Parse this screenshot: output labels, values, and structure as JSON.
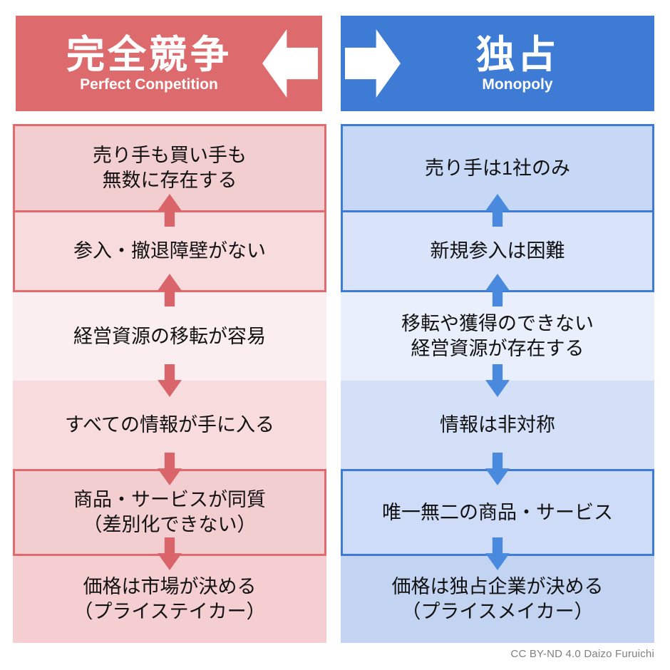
{
  "header": {
    "left": {
      "title": "完全競争",
      "subtitle": "Perfect Conpetition",
      "color": "#dd6b6e",
      "arrow_icon": "arrow-left-icon"
    },
    "right": {
      "title": "独占",
      "subtitle": "Monopoly",
      "color": "#3d7bd4",
      "arrow_icon": "arrow-right-icon"
    }
  },
  "columns": {
    "left": {
      "accent": "#df6b6e",
      "rows": [
        "売り手も買い手も\n無数に存在する",
        "参入・撤退障壁がない",
        "経営資源の移転が容易",
        "すべての情報が手に入る",
        "商品・サービスが同質\n（差別化できない）",
        "価格は市場が決める\n（プライステイカー）"
      ],
      "connectors": [
        "up",
        "up",
        "down",
        "down",
        "down"
      ]
    },
    "right": {
      "accent": "#3d7bd4",
      "rows": [
        "売り手は1社のみ",
        "新規参入は困難",
        "移転や獲得のできない\n経営資源が存在する",
        "情報は非対称",
        "唯一無二の商品・サービス",
        "価格は独占企業が決める\n（プライスメイカー）"
      ],
      "connectors": [
        "up",
        "up",
        "down",
        "down",
        "down"
      ]
    }
  },
  "footer": {
    "credit": "CC BY-ND 4.0 Daizo Furuichi"
  }
}
